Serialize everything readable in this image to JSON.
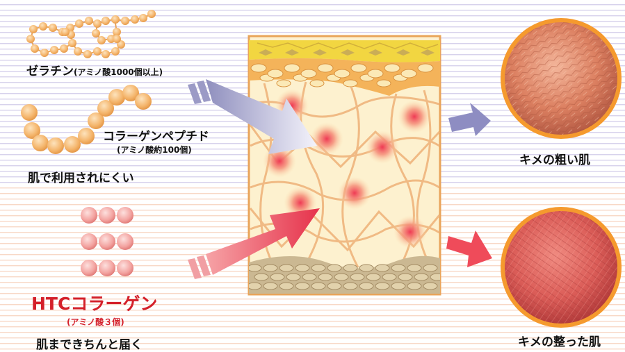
{
  "gelatin": {
    "name": "ゼラチン",
    "detail": "(アミノ酸1000個以上)"
  },
  "peptide": {
    "name": "コラーゲンペプチド",
    "detail": "(アミノ酸約100個)",
    "note": "肌で利用されにくい"
  },
  "htc": {
    "name": "HTCコラーゲン",
    "detail": "(アミノ酸３個)",
    "note": "肌まできちんと届く"
  },
  "results": {
    "rough": "キメの粗い肌",
    "smooth": "キメの整った肌"
  },
  "colors": {
    "bead": "#f4b46a",
    "bead_pink": "#f3a3a0",
    "htc_red": "#d4202a",
    "arrow_blue": "#8e8dc2",
    "arrow_red": "#ef4b5a",
    "skin_ring": "#f59a2e"
  },
  "icons": [
    "gelatin-chain-icon",
    "collagen-peptide-chain-icon",
    "htc-collagen-beads-icon",
    "skin-cross-section",
    "rough-skin-circle",
    "smooth-skin-circle"
  ]
}
